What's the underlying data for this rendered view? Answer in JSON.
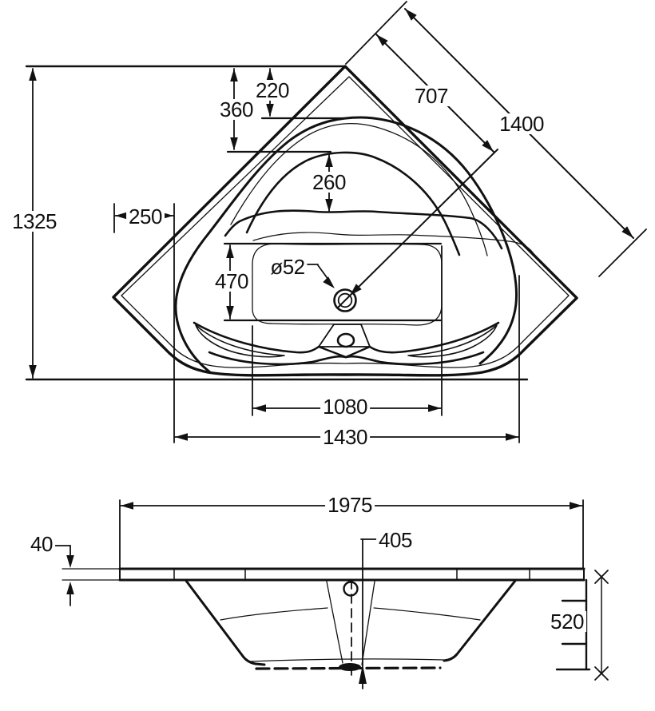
{
  "document": {
    "type": "technical-drawing",
    "subject": "corner bathtub - plan view and front section with dimensions"
  },
  "colors": {
    "ink": "#111111",
    "paper": "#ffffff"
  },
  "top_view": {
    "labels": {
      "overall_height": "1325",
      "corner_depth_360": "360",
      "corner_depth_220": "220",
      "backrest_260": "260",
      "side_offset_250": "250",
      "floor_depth_470": "470",
      "drain_diameter": "ø52",
      "floor_width_1080": "1080",
      "front_width_1430": "1430",
      "diag_drain_707": "707",
      "wall_length_1400": "1400"
    }
  },
  "side_view": {
    "labels": {
      "overall_length": "1975",
      "rim_thickness": "40",
      "drain_offset": "405",
      "body_height": "520"
    }
  }
}
